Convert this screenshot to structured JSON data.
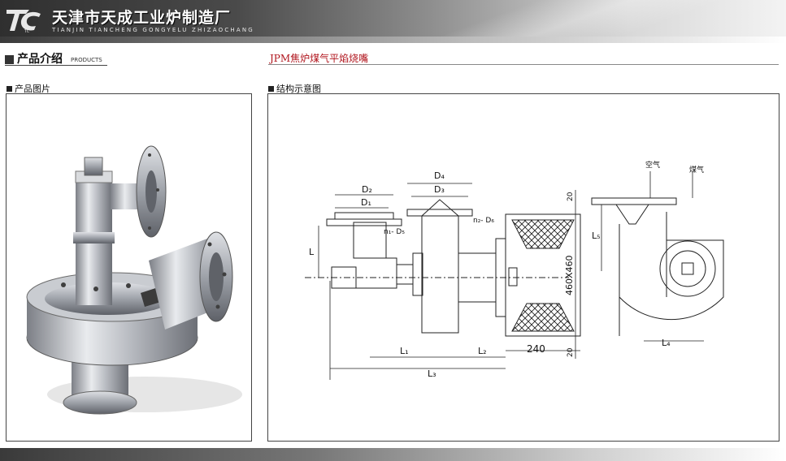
{
  "header": {
    "logo_text": "TC",
    "company_name": "天津市天成工业炉制造厂",
    "company_pinyin": "TIANJIN TIANCHENG GONGYELU ZHIZAOCHANG"
  },
  "section": {
    "title": "产品介绍",
    "subtitle": "PRODUCTS",
    "product_name": "JPM焦炉煤气平焰烧嘴"
  },
  "panels": {
    "photo_label": "产品图片",
    "diagram_label": "结构示意图"
  },
  "diagram": {
    "labels": {
      "d1": "D₁",
      "d2": "D₂",
      "d3": "D₃",
      "d4": "D₄",
      "n1d5": "n₁- D₅",
      "n2d6": "n₂- D₆",
      "l": "L",
      "l1": "L₁",
      "l2": "L₂",
      "l3": "L₃",
      "l4": "L₄",
      "l5": "L₅",
      "size": "460X460",
      "dim240": "240",
      "dim20top": "20",
      "dim20bottom": "20",
      "air": "空气",
      "gas": "煤气"
    }
  },
  "colors": {
    "title_red": "#b0141c"
  }
}
